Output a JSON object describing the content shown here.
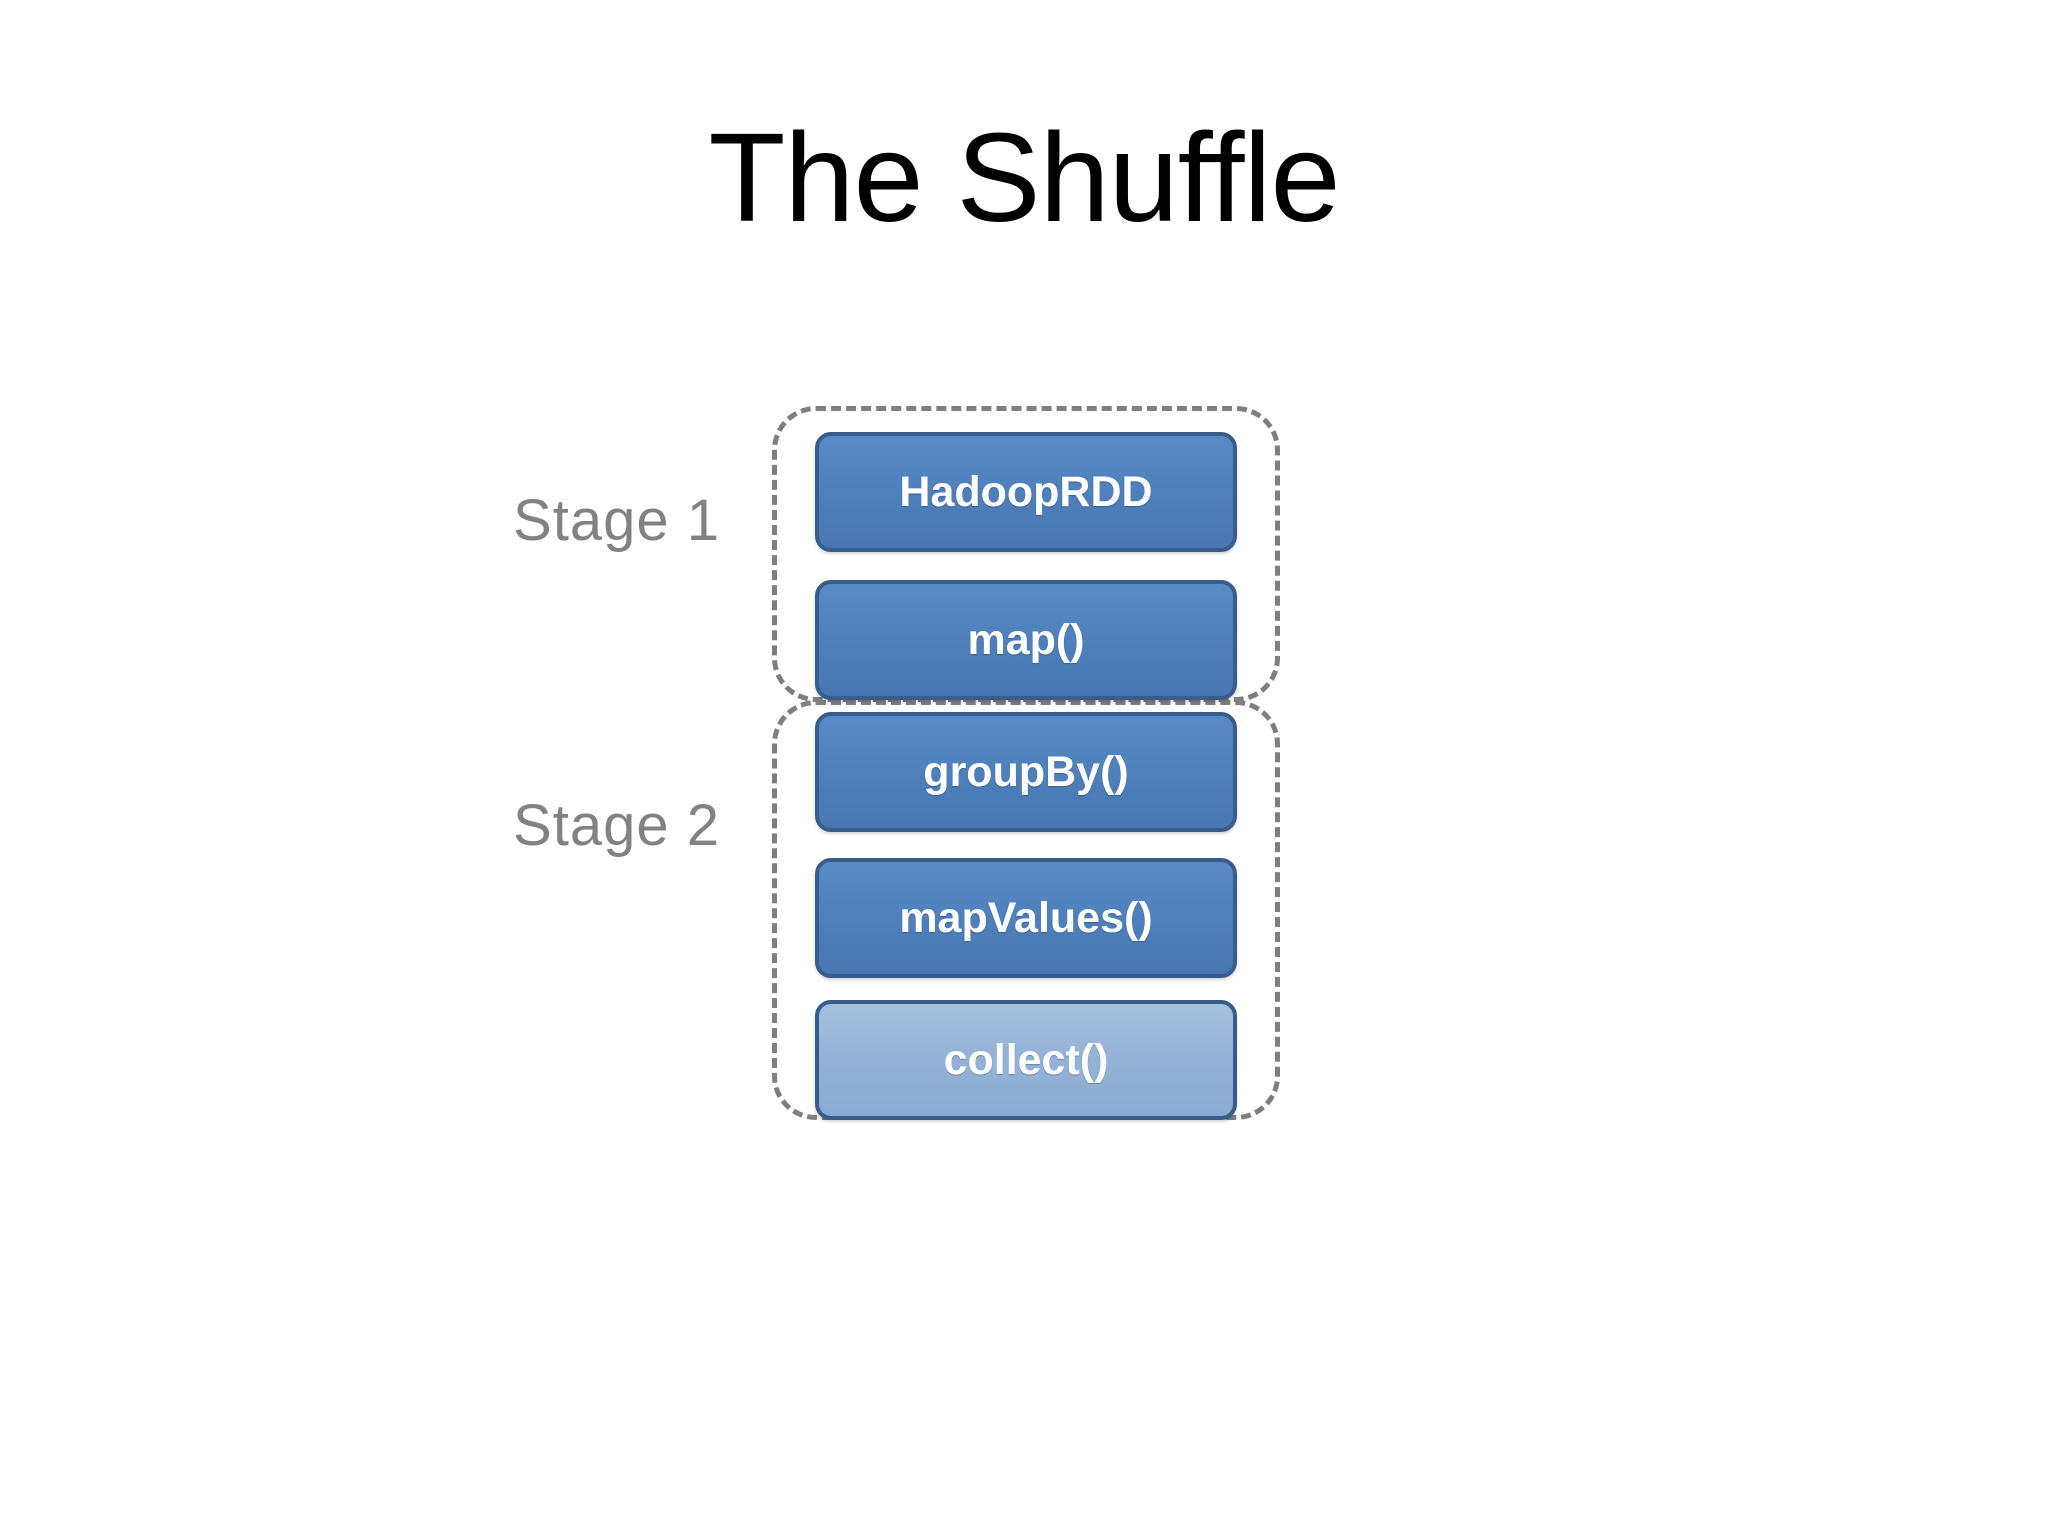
{
  "slide": {
    "title": "The Shuffle",
    "background_color": "#FFFFFF",
    "title_color": "#000000"
  },
  "diagram": {
    "type": "stage-pipeline",
    "stage_label_color": "#828282",
    "group_border_color": "#7F7F7F",
    "box_border_color": "#385D8A",
    "box_text_color": "#FFFFFF",
    "stages": [
      {
        "label": "Stage 1",
        "operations": [
          {
            "label": "HadoopRDD",
            "fill": "#4F81BD",
            "shade": "dark"
          },
          {
            "label": "map()",
            "fill": "#4F81BD",
            "shade": "dark"
          }
        ]
      },
      {
        "label": "Stage 2",
        "operations": [
          {
            "label": "groupBy()",
            "fill": "#4F81BD",
            "shade": "dark"
          },
          {
            "label": "mapValues()",
            "fill": "#4F81BD",
            "shade": "dark"
          },
          {
            "label": "collect()",
            "fill": "#95B3D7",
            "shade": "light"
          }
        ]
      }
    ],
    "operations_flat": [
      "HadoopRDD",
      "map()",
      "groupBy()",
      "mapValues()",
      "collect()"
    ]
  }
}
